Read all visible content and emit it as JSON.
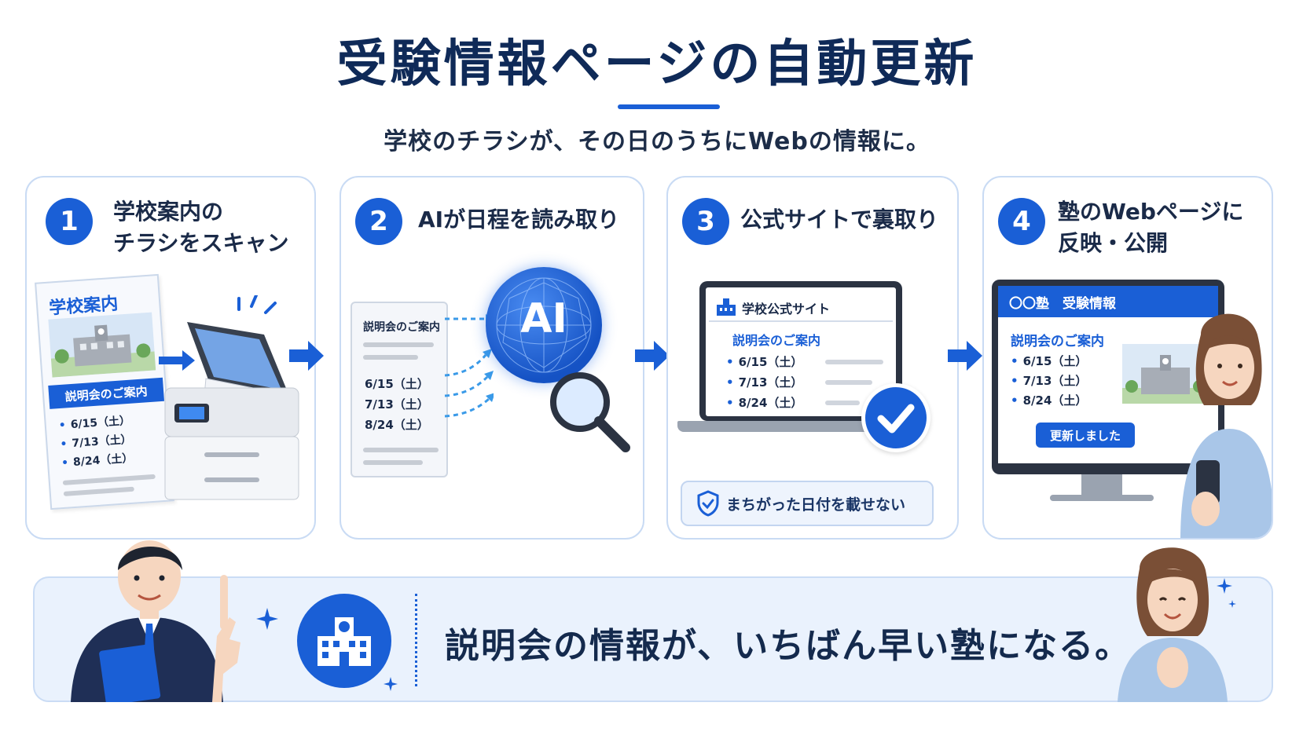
{
  "title": "受験情報ページの自動更新",
  "subtitle": "学校のチラシが、その日のうちにWebの情報に。",
  "colors": {
    "accent": "#1a5fd6",
    "navy": "#0f2a58",
    "panel": "#eaf2fd"
  },
  "steps": [
    {
      "num": "1",
      "title_line1": "学校案内の",
      "title_line2": "チラシをスキャン",
      "flyer_title": "学校案内",
      "flyer_band": "説明会のご案内",
      "dates": [
        "6/15（土）",
        "7/13（土）",
        "8/24（土）"
      ],
      "icon": "scanner-icon"
    },
    {
      "num": "2",
      "title_line1": "AIが日程を読み取り",
      "doc_title": "説明会のご案内",
      "dates": [
        "6/15（土）",
        "7/13（土）",
        "8/24（土）"
      ],
      "ai_label": "AI",
      "icon": "magnifier-icon"
    },
    {
      "num": "3",
      "title_line1": "公式サイトで裏取り",
      "site_title": "学校公式サイト",
      "site_sub": "説明会のご案内",
      "dates": [
        "6/15（土）",
        "7/13（土）",
        "8/24（土）"
      ],
      "note": "まちがった日付を載せない",
      "icon": "check-icon"
    },
    {
      "num": "4",
      "title_line1": "塾のWebページに",
      "title_line2": "反映・公開",
      "page_title": "〇〇塾　受験情報",
      "page_sub": "説明会のご案内",
      "dates": [
        "6/15（土）",
        "7/13（土）",
        "8/24（土）"
      ],
      "button": "更新しました",
      "icon": "monitor-icon"
    }
  ],
  "banner": {
    "text": "説明会の情報が、いちばん早い塾になる。",
    "icon": "school-icon"
  }
}
